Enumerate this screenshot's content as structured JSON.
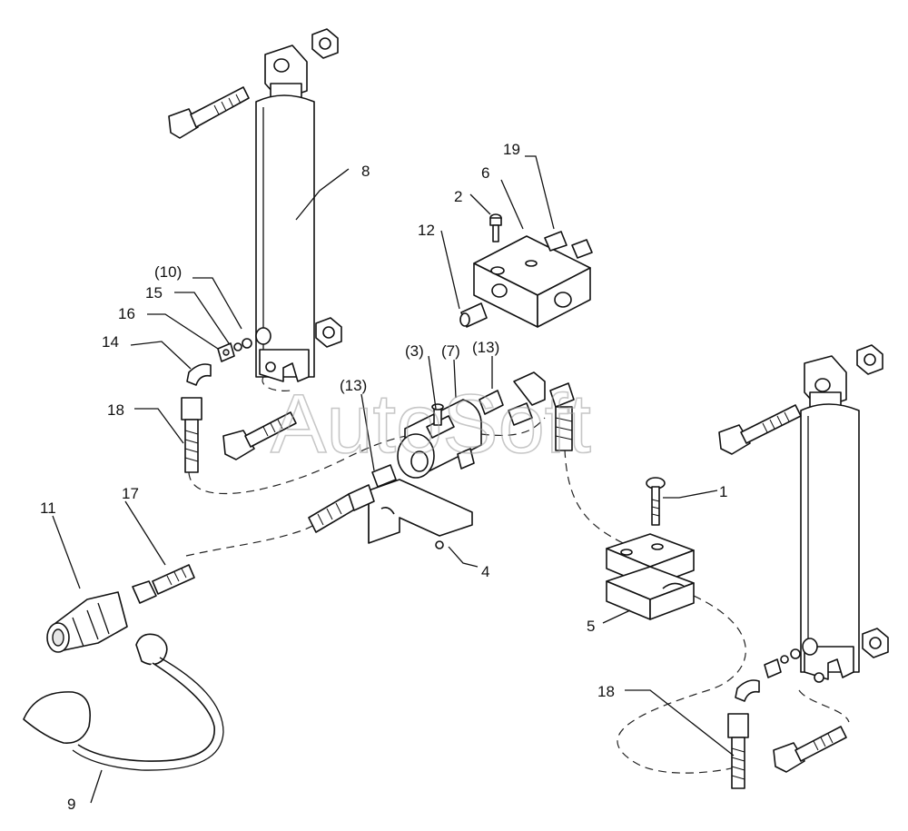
{
  "watermark": "AutoSoft",
  "callouts": [
    {
      "id": "c1",
      "text": "1"
    },
    {
      "id": "c2",
      "text": "2"
    },
    {
      "id": "c3",
      "text": "(3)"
    },
    {
      "id": "c4",
      "text": "4"
    },
    {
      "id": "c5",
      "text": "5"
    },
    {
      "id": "c6",
      "text": "6"
    },
    {
      "id": "c7",
      "text": "(7)"
    },
    {
      "id": "c8",
      "text": "8"
    },
    {
      "id": "c9",
      "text": "9"
    },
    {
      "id": "c10",
      "text": "(10)"
    },
    {
      "id": "c11",
      "text": "11"
    },
    {
      "id": "c12",
      "text": "12"
    },
    {
      "id": "c13a",
      "text": "(13)"
    },
    {
      "id": "c13b",
      "text": "(13)"
    },
    {
      "id": "c14",
      "text": "14"
    },
    {
      "id": "c15",
      "text": "15"
    },
    {
      "id": "c16",
      "text": "16"
    },
    {
      "id": "c17",
      "text": "17"
    },
    {
      "id": "c18a",
      "text": "18"
    },
    {
      "id": "c18b",
      "text": "18"
    },
    {
      "id": "c19",
      "text": "19"
    }
  ]
}
